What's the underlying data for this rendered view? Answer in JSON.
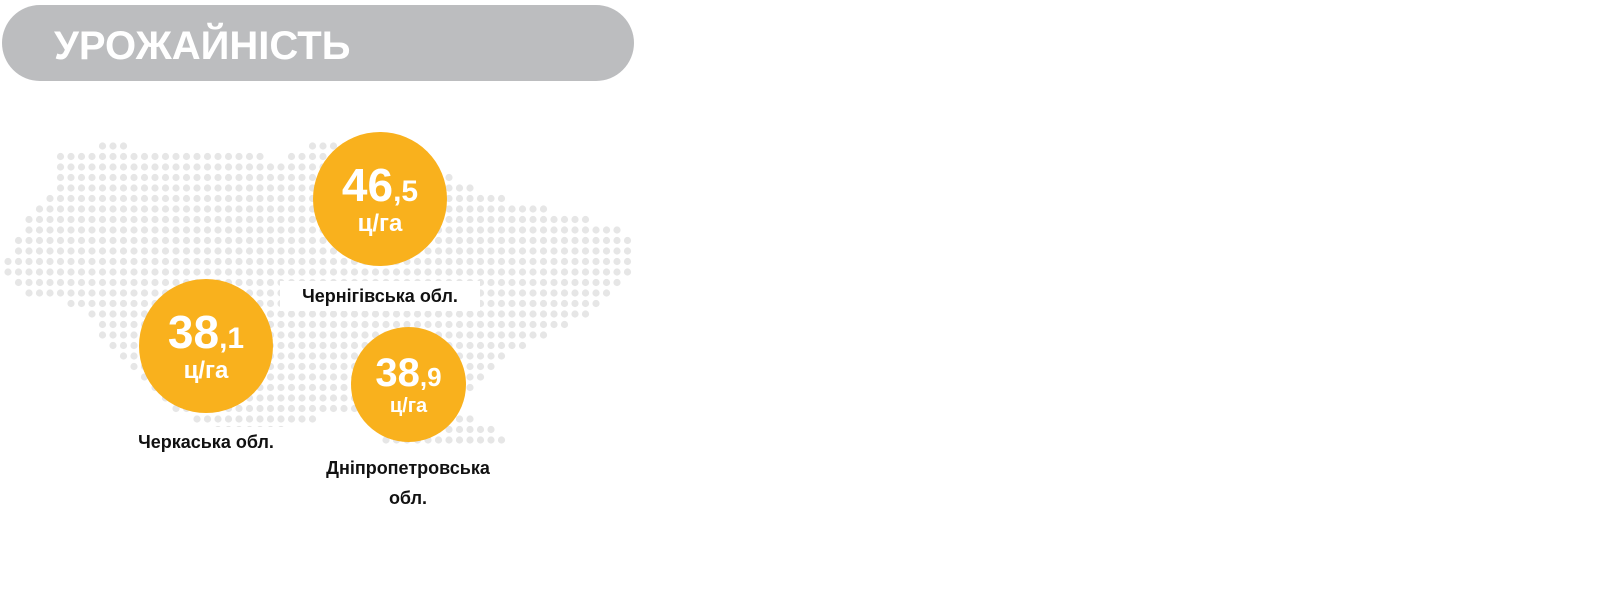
{
  "header": {
    "title": "УРОЖАЙНІСТЬ"
  },
  "regions": [
    {
      "name": "Чернігівська обл.",
      "integer": "46",
      "fraction": ",5",
      "unit": "ц/га"
    },
    {
      "name": "Черкаська обл.",
      "integer": "38",
      "fraction": ",1",
      "unit": "ц/га"
    },
    {
      "name": "Дніпропетровська обл.",
      "integer": "38",
      "fraction": ",9",
      "unit": "ц/га"
    }
  ],
  "colors": {
    "accent": "#f9b11d",
    "title_bar": "#bcbdbf",
    "map_dots": "#e6e6e6"
  }
}
